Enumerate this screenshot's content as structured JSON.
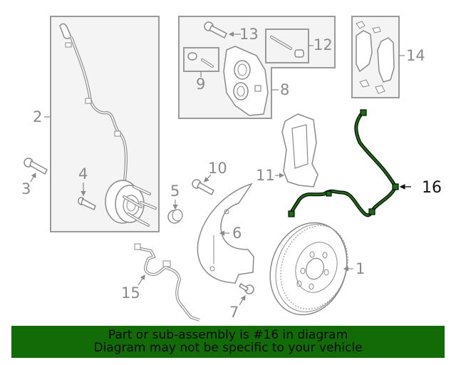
{
  "diagram": {
    "title": "Front brake assembly exploded parts diagram",
    "highlighted_part": "16",
    "colors": {
      "line": "#8a8a8a",
      "box_fill": "#f4f4f4",
      "box_border": "#9a9a9a",
      "highlight_fill": "#1d6b12",
      "highlight_outline": "#0b0b0b",
      "banner_bg": "#126b06",
      "banner_text": "#0a0a0a"
    },
    "callouts": [
      {
        "id": "1",
        "label": "1",
        "part": "brake-rotor"
      },
      {
        "id": "2",
        "label": "2",
        "part": "hub-bearing-assembly-with-sensor"
      },
      {
        "id": "3",
        "label": "3",
        "part": "bolt"
      },
      {
        "id": "4",
        "label": "4",
        "part": "wheel-stud"
      },
      {
        "id": "5",
        "label": "5",
        "part": "cap"
      },
      {
        "id": "6",
        "label": "6",
        "part": "splash-shield"
      },
      {
        "id": "7",
        "label": "7",
        "part": "bolt"
      },
      {
        "id": "8",
        "label": "8",
        "part": "caliper"
      },
      {
        "id": "9",
        "label": "9",
        "part": "bleeder-kit"
      },
      {
        "id": "10",
        "label": "10",
        "part": "bolt"
      },
      {
        "id": "11",
        "label": "11",
        "part": "caliper-support"
      },
      {
        "id": "12",
        "label": "12",
        "part": "guide-pin-kit"
      },
      {
        "id": "13",
        "label": "13",
        "part": "bolt"
      },
      {
        "id": "14",
        "label": "14",
        "part": "brake-pads"
      },
      {
        "id": "15",
        "label": "15",
        "part": "brake-hose"
      },
      {
        "id": "16",
        "label": "16",
        "part": "sensor-wire-highlighted"
      }
    ]
  },
  "banner": {
    "line1": "Part or sub-assembly is #16 in diagram",
    "line2": "Diagram may not be specific to your vehicle"
  }
}
